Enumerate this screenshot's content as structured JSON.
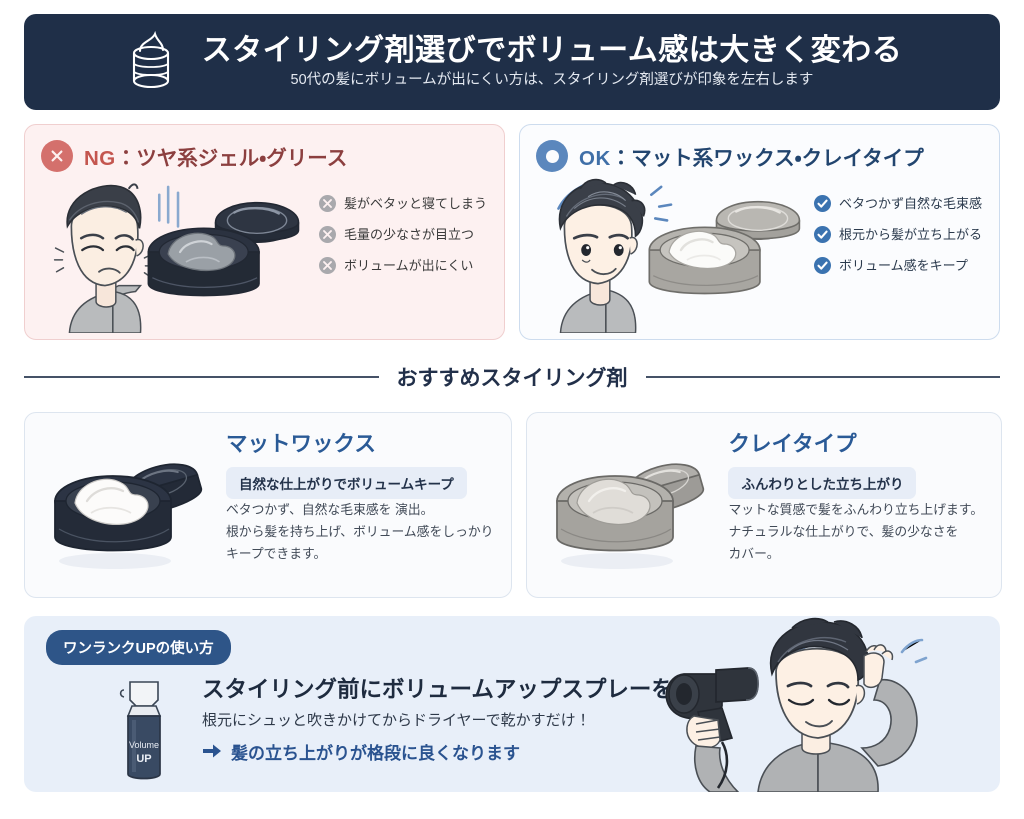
{
  "header": {
    "icon": "styling-wax-jar-icon",
    "title": "スタイリング剤選びでボリューム感は大きく変わる",
    "subtitle": "50代の髪にボリュームが出にくい方は、スタイリング剤選びが印象を左右します",
    "bg_color": "#1f2f48"
  },
  "compare": {
    "ng": {
      "icon": "x-circle-icon",
      "kind": "NG",
      "separator": "：",
      "title": "ツヤ系ジェル・グリース",
      "illustration": "sad-man-flat-hair-with-gel-jar-illustration",
      "accent_color": "#d4706c",
      "bg_color": "#fdf1f1",
      "bullets": [
        {
          "icon": "x-circle-small-icon",
          "text": "髪がベタッと寝てしまう"
        },
        {
          "icon": "x-circle-small-icon",
          "text": "毛量の少なさが目立つ"
        },
        {
          "icon": "x-circle-small-icon",
          "text": "ボリュームが出にくい"
        }
      ]
    },
    "ok": {
      "icon": "target-circle-icon",
      "kind": "OK",
      "separator": "：",
      "title": "マット系ワックス・クレイタイプ",
      "illustration": "smiling-man-volume-hair-with-matte-wax-jar-illustration",
      "accent_color": "#5b87bd",
      "bg_color": "#fbfcfe",
      "bullets": [
        {
          "icon": "check-circle-icon",
          "text": "ベタつかず自然な毛束感"
        },
        {
          "icon": "check-circle-icon",
          "text": "根元から髪が立ち上がる"
        },
        {
          "icon": "check-circle-icon",
          "text": "ボリューム感をキープ"
        }
      ]
    }
  },
  "divider": {
    "text": "おすすめスタイリング剤"
  },
  "products": [
    {
      "illustration": "navy-matte-wax-jar-illustration",
      "name": "マットワックス",
      "badge": "自然な仕上がりでボリュームキープ",
      "desc_lines": [
        "ベタつかず、自然な毛束感を 演出。",
        "根から髪を持ち上げ、ボリューム感をしっかり",
        "キープできます。"
      ]
    },
    {
      "illustration": "gray-clay-type-jar-illustration",
      "name": "クレイタイプ",
      "badge": "ふんわりとした立ち上がり",
      "desc_lines": [
        "マットな質感で髪をふんわり立ち上げます。",
        "ナチュラルな仕上がりで、髪の少なさを",
        "カバー。"
      ]
    }
  ],
  "tip": {
    "badge": "ワンランクUPの使い方",
    "bottle_label_line1": "Volume",
    "bottle_label_line2": "UP",
    "heading": "スタイリング前にボリュームアップスプレーを",
    "subtext": "根元にシュッと吹きかけてからドライヤーで乾かすだけ！",
    "arrow_icon": "right-arrow-icon",
    "arrow_text": "髪の立ち上がりが格段に良くなります",
    "illustration": "man-blow-drying-hair-illustration",
    "bg_color": "#e8eff9",
    "badge_color": "#2e5588"
  }
}
